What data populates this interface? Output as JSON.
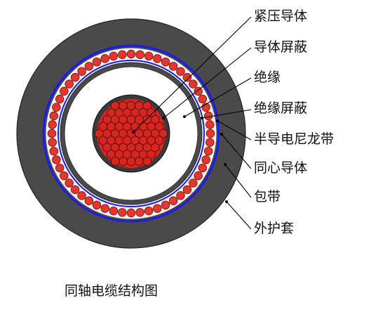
{
  "labels": [
    "紧压导体",
    "导体屏蔽",
    "绝缘",
    "绝缘屏蔽",
    "半导电尼龙带",
    "同心导体",
    "包带",
    "外护套"
  ],
  "caption": "同轴电缆结构图",
  "colors": {
    "outer_jacket": "#4a4a4a",
    "wrapping_tape": "#1d1de8",
    "concentric_strand": "#e8362c",
    "conductor_fill": "#d8261f",
    "conductor_shield": "#3a3a3a",
    "insulation": "#ffffff",
    "leader_line": "#000000"
  }
}
